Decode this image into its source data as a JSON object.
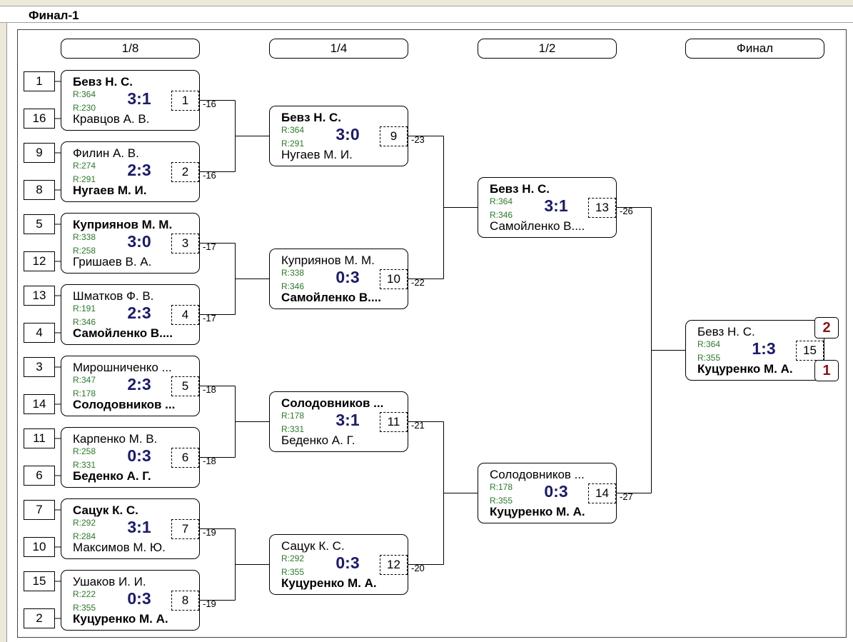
{
  "title": "Финал-1",
  "rounds": [
    "1/8",
    "1/4",
    "1/2",
    "Финал"
  ],
  "seeds": [
    "1",
    "16",
    "9",
    "8",
    "5",
    "12",
    "13",
    "4",
    "3",
    "14",
    "11",
    "6",
    "7",
    "10",
    "15",
    "2"
  ],
  "matches": [
    {
      "p1": "Бевз Н. С.",
      "p2": "Кравцов А. В.",
      "r1": "R:364",
      "r2": "R:230",
      "score": "3:1",
      "no": "1",
      "win": 1,
      "loss": "-16"
    },
    {
      "p1": "Филин А. В.",
      "p2": "Нугаев М. И.",
      "r1": "R:274",
      "r2": "R:291",
      "score": "2:3",
      "no": "2",
      "win": 2,
      "loss": "-16"
    },
    {
      "p1": "Куприянов М. М.",
      "p2": "Гришаев В. А.",
      "r1": "R:338",
      "r2": "R:258",
      "score": "3:0",
      "no": "3",
      "win": 1,
      "loss": "-17"
    },
    {
      "p1": "Шматков Ф. В.",
      "p2": "Самойленко В....",
      "r1": "R:191",
      "r2": "R:346",
      "score": "2:3",
      "no": "4",
      "win": 2,
      "loss": "-17"
    },
    {
      "p1": "Мирошниченко ...",
      "p2": "Солодовников ...",
      "r1": "R:347",
      "r2": "R:178",
      "score": "2:3",
      "no": "5",
      "win": 2,
      "loss": "-18"
    },
    {
      "p1": "Карпенко М. В.",
      "p2": "Беденко А. Г.",
      "r1": "R:258",
      "r2": "R:331",
      "score": "0:3",
      "no": "6",
      "win": 2,
      "loss": "-18"
    },
    {
      "p1": "Сацук К. С.",
      "p2": "Максимов М. Ю.",
      "r1": "R:292",
      "r2": "R:284",
      "score": "3:1",
      "no": "7",
      "win": 1,
      "loss": "-19"
    },
    {
      "p1": "Ушаков И. И.",
      "p2": "Куцуренко М. А.",
      "r1": "R:222",
      "r2": "R:355",
      "score": "0:3",
      "no": "8",
      "win": 2,
      "loss": "-19"
    },
    {
      "p1": "Бевз Н. С.",
      "p2": "Нугаев М. И.",
      "r1": "R:364",
      "r2": "R:291",
      "score": "3:0",
      "no": "9",
      "win": 1,
      "loss": "-23"
    },
    {
      "p1": "Куприянов М. М.",
      "p2": "Самойленко В....",
      "r1": "R:338",
      "r2": "R:346",
      "score": "0:3",
      "no": "10",
      "win": 2,
      "loss": "-22"
    },
    {
      "p1": "Солодовников ...",
      "p2": "Беденко А. Г.",
      "r1": "R:178",
      "r2": "R:331",
      "score": "3:1",
      "no": "11",
      "win": 1,
      "loss": "-21"
    },
    {
      "p1": "Сацук К. С.",
      "p2": "Куцуренко М. А.",
      "r1": "R:292",
      "r2": "R:355",
      "score": "0:3",
      "no": "12",
      "win": 2,
      "loss": "-20"
    },
    {
      "p1": "Бевз Н. С.",
      "p2": "Самойленко В....",
      "r1": "R:364",
      "r2": "R:346",
      "score": "3:1",
      "no": "13",
      "win": 1,
      "loss": "-26"
    },
    {
      "p1": "Солодовников ...",
      "p2": "Куцуренко М. А.",
      "r1": "R:178",
      "r2": "R:355",
      "score": "0:3",
      "no": "14",
      "win": 2,
      "loss": "-27"
    },
    {
      "p1": "Бевз Н. С.",
      "p2": "Куцуренко М. А.",
      "r1": "R:364",
      "r2": "R:355",
      "score": "1:3",
      "no": "15",
      "win": 2,
      "loss": ""
    }
  ],
  "final_places": {
    "p1": "2",
    "p2": "1"
  },
  "colors": {
    "score": "#1a1a6e",
    "rating": "#2a7a2a",
    "place": "#8b1414"
  }
}
